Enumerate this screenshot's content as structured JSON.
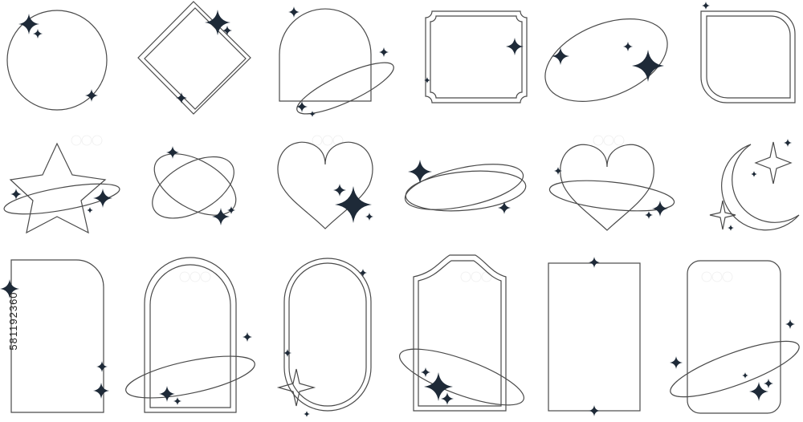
{
  "page": {
    "stock_id_label": "581192360",
    "background_color": "#ffffff",
    "line_color": "#4a4a4a",
    "sparkle_color": "#1e2a38",
    "watermark": "adobe stock"
  },
  "grid": {
    "rows": [
      {
        "row": "top",
        "frames": [
          "circle-frame",
          "double-diamond-frame",
          "arch-frame-with-orbit",
          "notched-corner-frame",
          "ellipse-frame-with-stars",
          "leaf-corner-frame"
        ]
      },
      {
        "row": "middle",
        "frames": [
          "star-with-orbit",
          "double-ellipse-orbit",
          "heart-frame",
          "double-ellipse-frame",
          "heart-with-orbit",
          "crescent-moon-with-stars"
        ]
      },
      {
        "row": "bottom",
        "frames": [
          "tall-rounded-frame",
          "double-arch-frame",
          "oval-double-frame",
          "scalloped-frame",
          "rectangle-frame",
          "rounded-rectangle-with-orbit"
        ]
      }
    ]
  }
}
